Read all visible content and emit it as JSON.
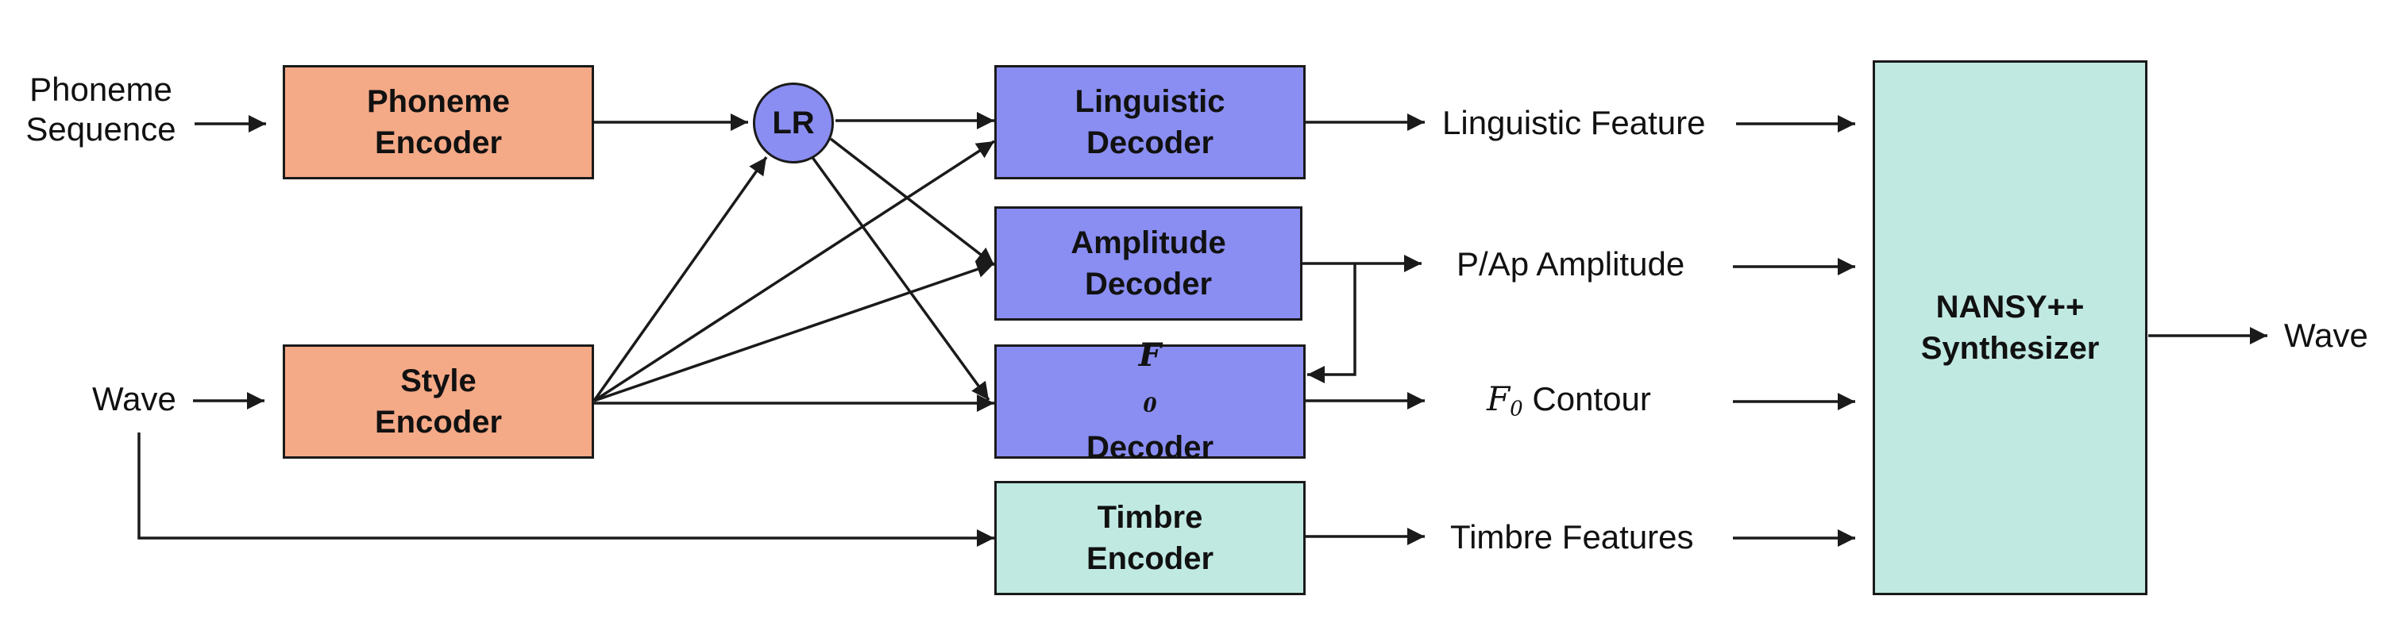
{
  "colors": {
    "encoder_fill": "#f4a987",
    "decoder_fill": "#8a8ef2",
    "timbre_fill": "#c0e9e2",
    "line": "#1a1a1a"
  },
  "inputs": {
    "phoneme_line1": "Phoneme",
    "phoneme_line2": "Sequence",
    "wave": "Wave"
  },
  "blocks": {
    "phoneme_encoder": [
      "Phoneme",
      "Encoder"
    ],
    "style_encoder": [
      "Style",
      "Encoder"
    ],
    "lr": "LR",
    "linguistic_decoder": [
      "Linguistic",
      "Decoder"
    ],
    "amplitude_decoder": [
      "Amplitude",
      "Decoder"
    ],
    "f0_decoder": {
      "symbol": "F",
      "subscript": "0",
      "line2": "Decoder"
    },
    "timbre_encoder": [
      "Timbre",
      "Encoder"
    ],
    "synthesizer": [
      "NANSY++",
      "Synthesizer"
    ]
  },
  "features": {
    "linguistic": "Linguistic Feature",
    "amplitude": "P/Ap Amplitude",
    "f0": {
      "symbol": "F",
      "subscript": "0",
      "text": " Contour"
    },
    "timbre": "Timbre Features"
  },
  "output": "Wave"
}
